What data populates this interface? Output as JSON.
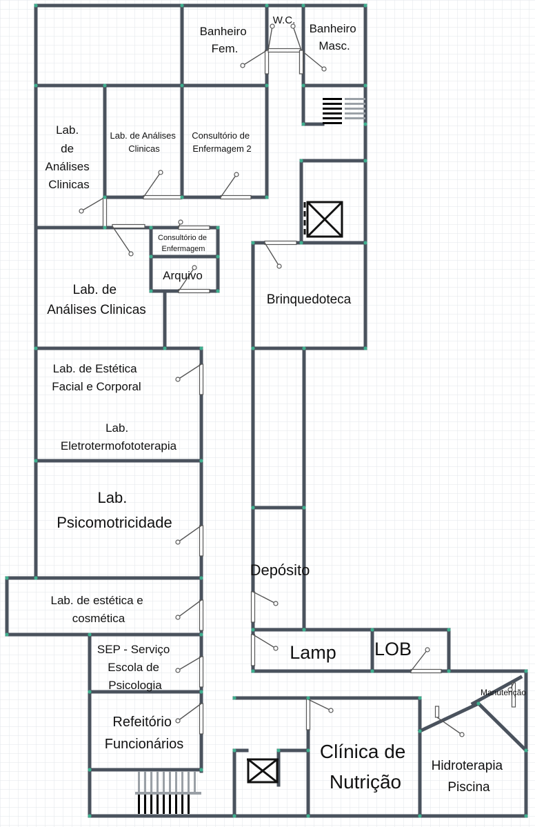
{
  "plan": {
    "rooms": {
      "banheiro_fem": [
        "Banheiro",
        "Fem."
      ],
      "wc": [
        "W.C."
      ],
      "banheiro_masc": [
        "Banheiro",
        "Masc."
      ],
      "lab_analises_1": [
        "Lab.",
        "de",
        "Análises",
        "Clinicas"
      ],
      "lab_analises_2": [
        "Lab. de Análises",
        "Clinicas"
      ],
      "consultorio_enf_2": [
        "Consultório de",
        "Enfermagem 2"
      ],
      "consultorio_enf": [
        "Consultório de",
        "Enfermagem"
      ],
      "arquivo": [
        "Arquivo"
      ],
      "lab_analises_3": [
        "Lab. de",
        "Análises Clinicas"
      ],
      "brinquedoteca": [
        "Brinquedoteca"
      ],
      "lab_estetica_facial": [
        "Lab. de Estética",
        "Facial e Corporal"
      ],
      "lab_eletro": [
        "Lab.",
        "Eletrotermofototerapia"
      ],
      "lab_psicomotricidade": [
        "Lab.",
        "Psicomotricidade"
      ],
      "deposito": [
        "Depósito"
      ],
      "lab_estetica_cosmetica": [
        "Lab. de estética e",
        "cosmética"
      ],
      "sep": [
        "SEP - Serviço",
        "Escola de",
        "Psicologia"
      ],
      "lamp": [
        "Lamp"
      ],
      "lob": [
        "LOB"
      ],
      "manutencao": [
        "Manutenção"
      ],
      "refeitorio": [
        "Refeitório",
        "Funcionários"
      ],
      "clinica_nutricao": [
        "Clínica de",
        "Nutrição"
      ],
      "hidroterapia": [
        "Hidroterapia",
        "Piscina"
      ]
    },
    "colors": {
      "wall": "#4a525d",
      "node": "#3fae8e",
      "grid": "#e2e6ea",
      "text": "#111111"
    }
  }
}
